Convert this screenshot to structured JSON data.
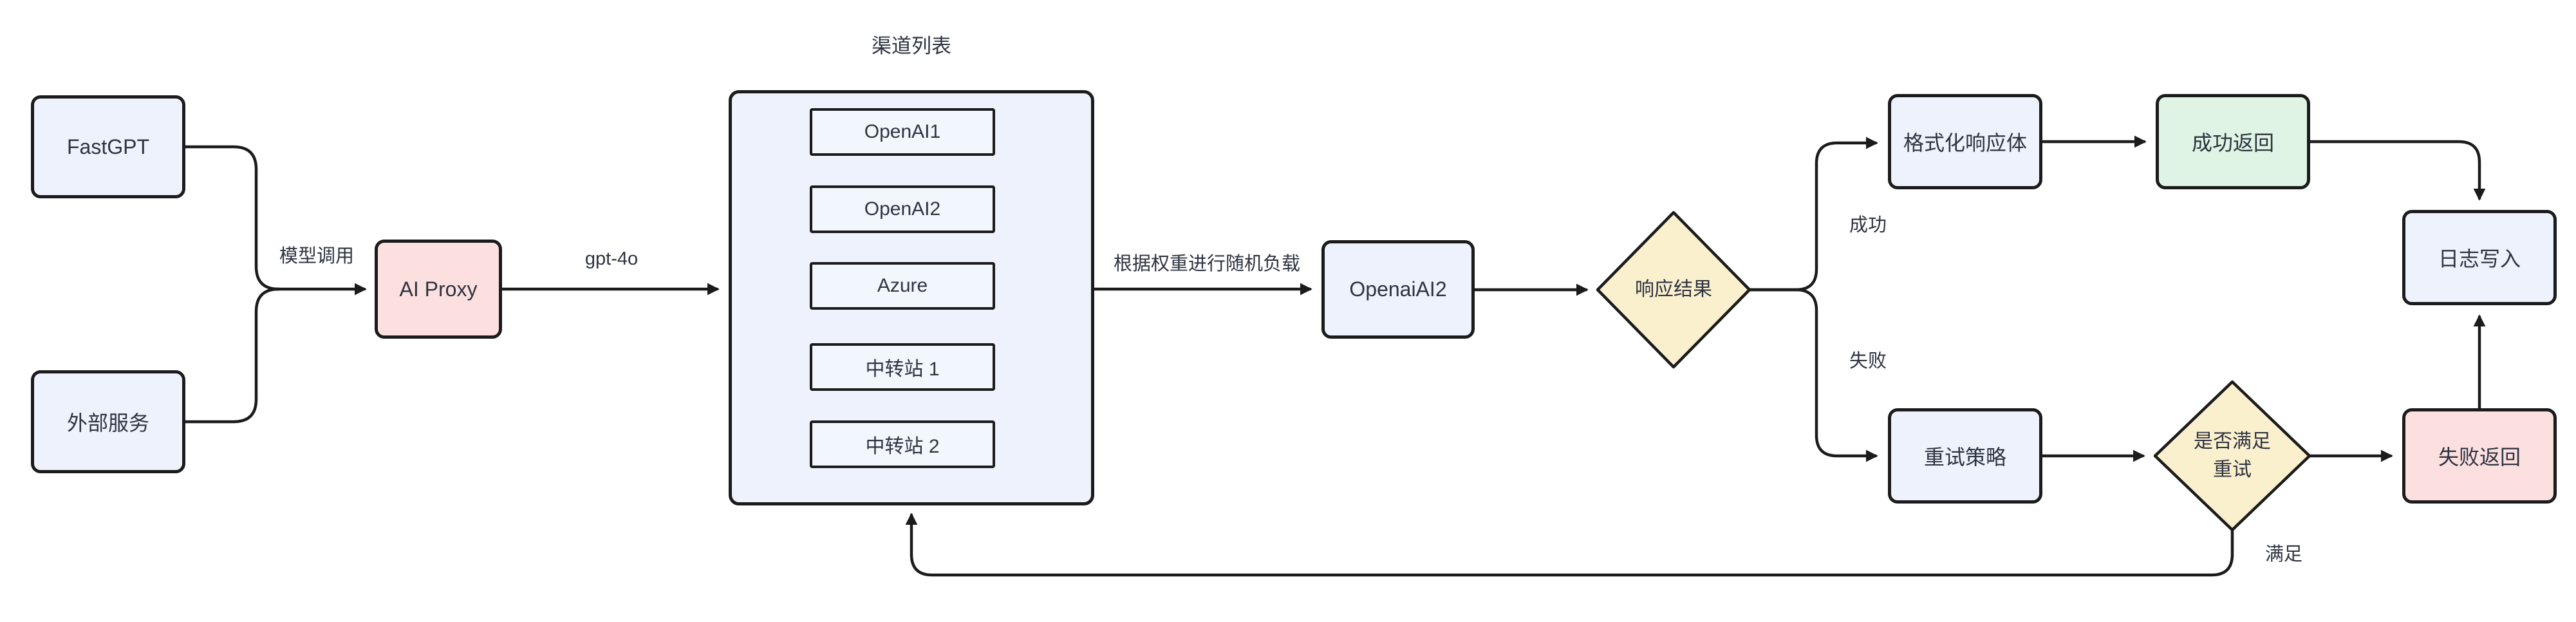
{
  "diagram": {
    "background": "#ffffff",
    "palette": {
      "node_fill_blue": "#edf2fc",
      "node_fill_pink": "#fce0e0",
      "node_fill_green": "#dff4e4",
      "diamond_fill_yellow": "#fbf0ce",
      "channel_item_fill": "#f2f6fd",
      "stroke": "#1b1b1b",
      "text": "#2d3340"
    },
    "nodes": {
      "fastgpt": {
        "label": "FastGPT"
      },
      "external_service": {
        "label": "外部服务"
      },
      "ai_proxy": {
        "label": "AI Proxy"
      },
      "openai_ai2": {
        "label": "OpenaiAI2"
      },
      "response_result": {
        "label": "响应结果"
      },
      "format_response": {
        "label": "格式化响应体"
      },
      "success_return": {
        "label": "成功返回"
      },
      "log_write": {
        "label": "日志写入"
      },
      "retry_strategy": {
        "label": "重试策略"
      },
      "retry_check": {
        "label_line1": "是否满足",
        "label_line2": "重试"
      },
      "fail_return": {
        "label": "失败返回"
      }
    },
    "channel_list": {
      "title": "渠道列表",
      "channels": [
        {
          "label": "OpenAI1"
        },
        {
          "label": "OpenAI2"
        },
        {
          "label": "Azure"
        },
        {
          "label": "中转站 1"
        },
        {
          "label": "中转站 2"
        }
      ]
    },
    "edge_labels": {
      "model_call": "模型调用",
      "model_name": "gpt-4o",
      "weighted_load": "根据权重进行随机负载",
      "success": "成功",
      "fail": "失败",
      "retry_met": "满足"
    }
  }
}
